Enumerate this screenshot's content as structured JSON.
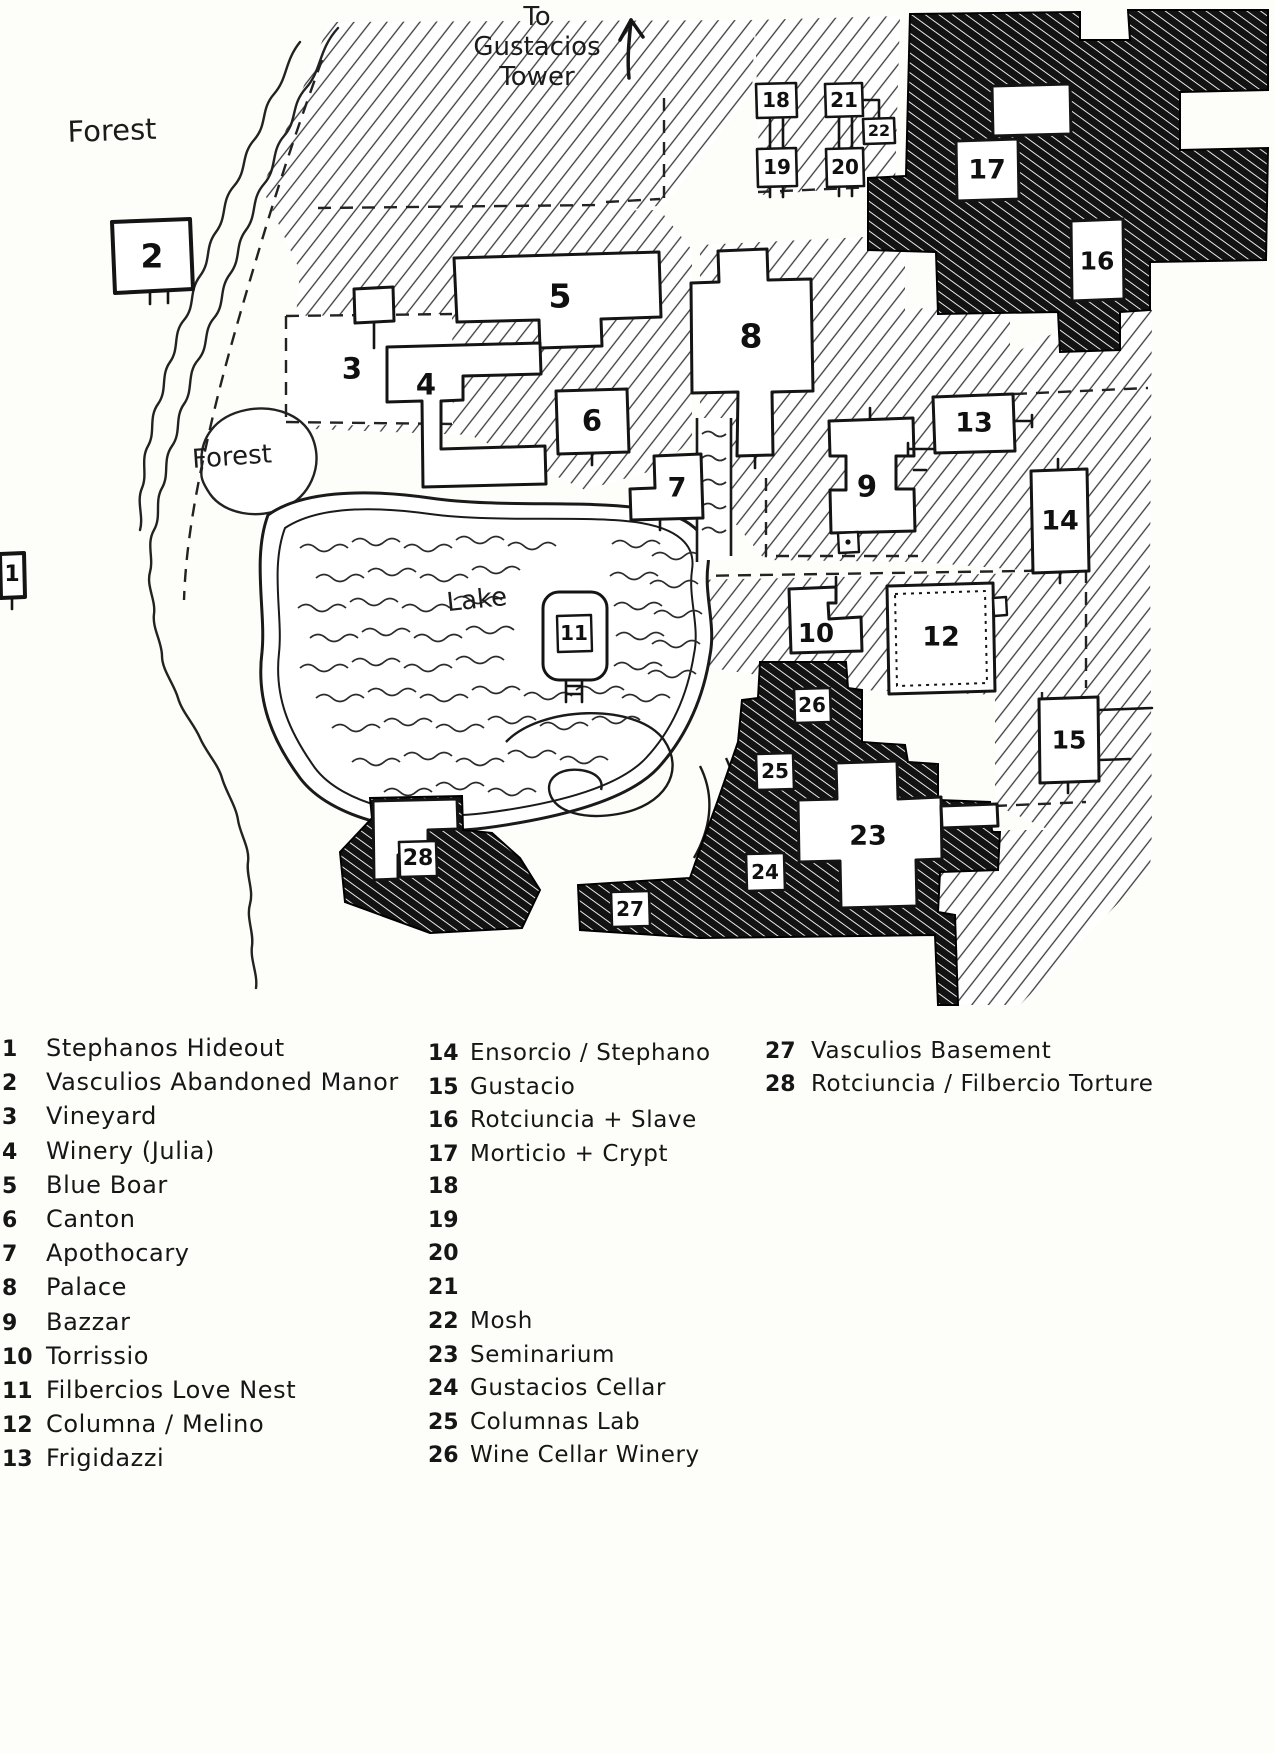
{
  "map": {
    "direction_note": "To\nGustacios\nTower",
    "forest_label": "Forest",
    "forest_label_2": "Forest",
    "lake_label": "Lake",
    "markers": [
      {
        "num": "1"
      },
      {
        "num": "2"
      },
      {
        "num": "3"
      },
      {
        "num": "4"
      },
      {
        "num": "5"
      },
      {
        "num": "6"
      },
      {
        "num": "7"
      },
      {
        "num": "8"
      },
      {
        "num": "9"
      },
      {
        "num": "10"
      },
      {
        "num": "11"
      },
      {
        "num": "12"
      },
      {
        "num": "13"
      },
      {
        "num": "14"
      },
      {
        "num": "15"
      },
      {
        "num": "16"
      },
      {
        "num": "17"
      },
      {
        "num": "18"
      },
      {
        "num": "19"
      },
      {
        "num": "20"
      },
      {
        "num": "21"
      },
      {
        "num": "22"
      },
      {
        "num": "23"
      },
      {
        "num": "24"
      },
      {
        "num": "25"
      },
      {
        "num": "26"
      },
      {
        "num": "27"
      },
      {
        "num": "28"
      }
    ]
  },
  "legend": {
    "col1": [
      {
        "num": "1",
        "label": "Stephanos Hideout"
      },
      {
        "num": "2",
        "label": "Vasculios Abandoned Manor"
      },
      {
        "num": "3",
        "label": "Vineyard"
      },
      {
        "num": "4",
        "label": "Winery (Julia)"
      },
      {
        "num": "5",
        "label": "Blue Boar"
      },
      {
        "num": "6",
        "label": "Canton"
      },
      {
        "num": "7",
        "label": "Apothocary"
      },
      {
        "num": "8",
        "label": "Palace"
      },
      {
        "num": "9",
        "label": "Bazzar"
      },
      {
        "num": "10",
        "label": "Torrissio"
      },
      {
        "num": "11",
        "label": "Filbercios Love Nest"
      },
      {
        "num": "12",
        "label": "Columna / Melino"
      },
      {
        "num": "13",
        "label": "Frigidazzi"
      }
    ],
    "col2": [
      {
        "num": "14",
        "label": "Ensorcio / Stephano"
      },
      {
        "num": "15",
        "label": "Gustacio"
      },
      {
        "num": "16",
        "label": "Rotciuncia + Slave"
      },
      {
        "num": "17",
        "label": "Morticio + Crypt"
      },
      {
        "num": "18",
        "label": ""
      },
      {
        "num": "19",
        "label": ""
      },
      {
        "num": "20",
        "label": ""
      },
      {
        "num": "21",
        "label": ""
      },
      {
        "num": "22",
        "label": "Mosh"
      },
      {
        "num": "23",
        "label": "Seminarium"
      },
      {
        "num": "24",
        "label": "Gustacios Cellar"
      },
      {
        "num": "25",
        "label": "Columnas Lab"
      },
      {
        "num": "26",
        "label": "Wine Cellar Winery"
      }
    ],
    "col3": [
      {
        "num": "27",
        "label": "Vasculios Basement"
      },
      {
        "num": "28",
        "label": "Rotciuncia / Filbercio Torture"
      }
    ]
  }
}
